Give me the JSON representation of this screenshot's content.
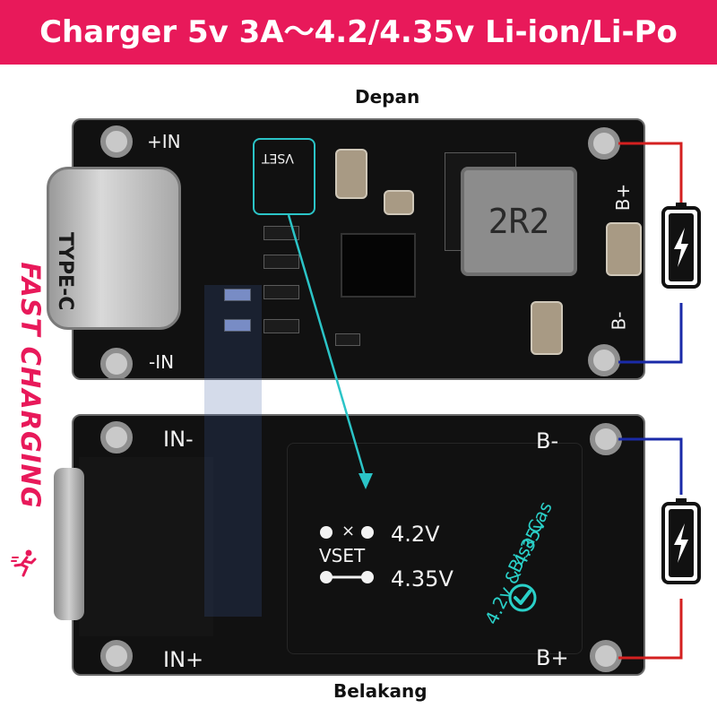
{
  "banner": {
    "title": "Charger 5v 3A～4.2/4.35v Li-ion/Li-Po"
  },
  "labels": {
    "front": "Depan",
    "back": "Belakang"
  },
  "side_slogan": "FAST CHARGING",
  "front_board": {
    "in_plus": "+IN",
    "in_minus": "-IN",
    "b_plus": "B+",
    "b_minus": "B-",
    "vset": "VSET",
    "connector": "TYPE-C",
    "inductor_code": "2R2"
  },
  "back_board": {
    "in_minus": "IN-",
    "in_plus": "IN+",
    "b_minus": "B-",
    "b_plus": "B+",
    "vset": "VSET",
    "option_cross": "×",
    "option_42": "4.2V",
    "option_435": "4.35V",
    "note_line1": "Bisa Cas",
    "note_line2": "4.2v & 4.35v"
  },
  "colors": {
    "accent": "#e8195a",
    "highlight": "#2bc4c7",
    "wire_positive": "#d42020",
    "wire_negative": "#1a2aa8",
    "board": "#111111"
  },
  "icons": {
    "battery": "battery-charging-icon",
    "check": "check-circle-icon",
    "runner": "running-person-icon"
  }
}
